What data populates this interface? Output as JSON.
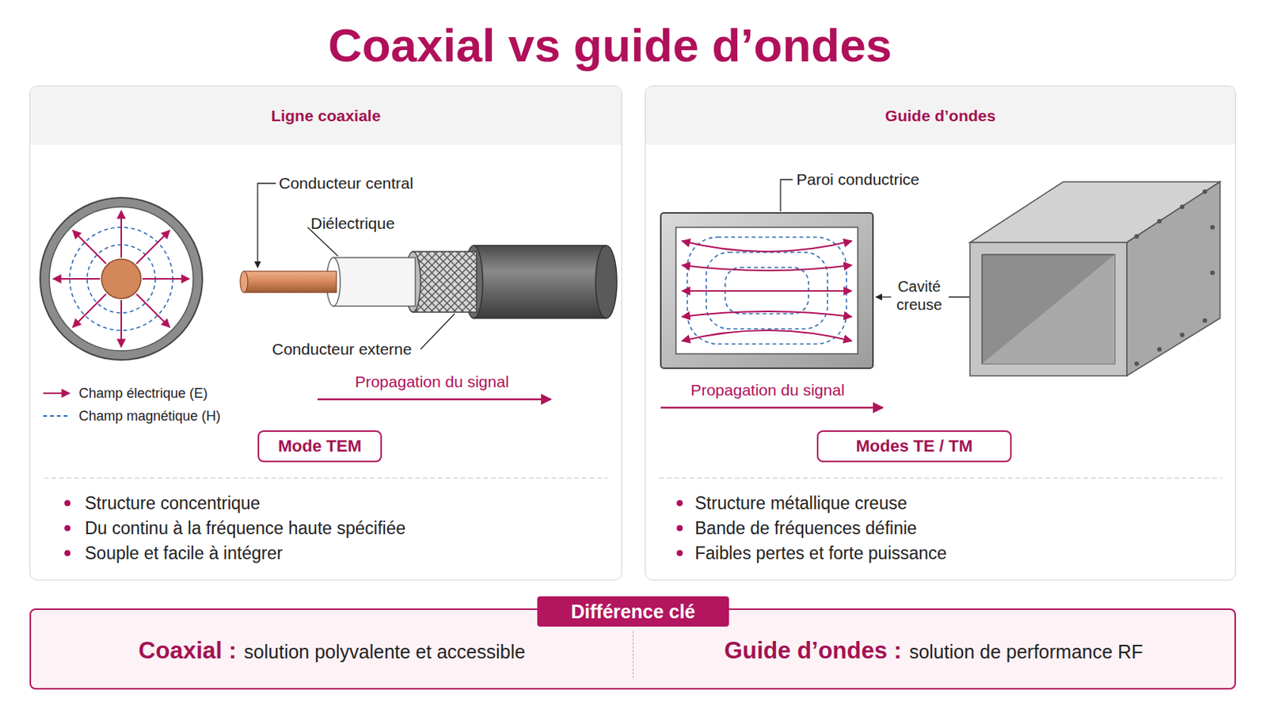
{
  "diagram": {
    "title": "Coaxial vs guide d’ondes",
    "nodes": [
      {
        "text": [
          "Ligne coaxiale",
          "Structure concentrique",
          "Du continu à la fréquence haute spécifiée",
          "Souple et facile à intégrer"
        ]
      },
      {
        "text": [
          "Mode TEM"
        ],
        "in": 0
      },
      {
        "text": [
          "Guide d’ondes",
          "Structure métallique creuse",
          "Bande de fréquences définie",
          "Faibles pertes et forte puissance"
        ]
      },
      {
        "text": [
          "Modes TE / TM"
        ],
        "in": 2
      },
      {
        "text": [
          "Coaxial :",
          "solution polyvalente et accessible",
          "Guide d’ondes :",
          "solution de performance RF"
        ]
      },
      {
        "text": [
          "Différence clé"
        ],
        "in": 4
      }
    ],
    "labels": [
      "Conducteur central",
      "Diélectrique",
      "Conducteur externe",
      "Propagation du signal",
      "Paroi conductrice",
      "Cavité creuse",
      "Propagation du signal"
    ],
    "legend": [
      {
        "text": "Champ électrique (E)"
      },
      {
        "text": "Champ magnétique (H)"
      }
    ]
  }
}
